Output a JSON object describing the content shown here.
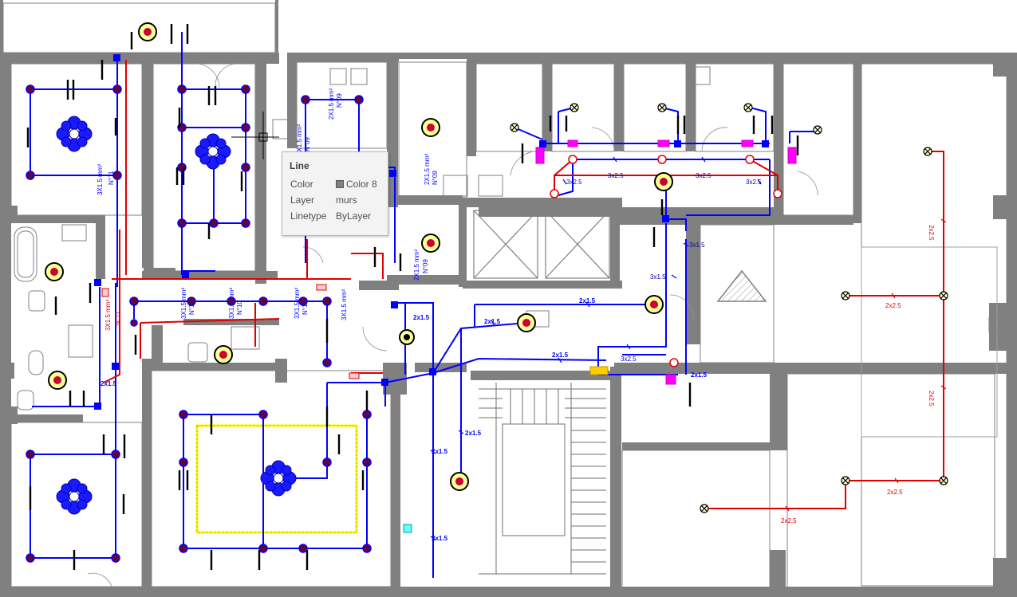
{
  "tooltip": {
    "title": "Line",
    "rows": [
      {
        "key": "Color",
        "value": "Color 8",
        "swatch": "#808080"
      },
      {
        "key": "Layer",
        "value": "murs"
      },
      {
        "key": "Linetype",
        "value": "ByLayer"
      }
    ]
  },
  "circuit_labels": {
    "a": "3x2.5",
    "b": "2x2.5",
    "c": "2x1.5",
    "d": "3x1.5",
    "e": "3X1.5 mm²",
    "f": "2X1.5 mm²",
    "g": "N°11",
    "h": "N°09",
    "i": "N°10",
    "j": "N°12"
  },
  "colors": {
    "walls": "#808080",
    "wiring_lighting": "#0000ff",
    "wiring_power": "#e00000",
    "switch": "#ff00ff",
    "highlight_frame": "#ffff00",
    "fixture_outer": "#ffff99",
    "fixture_inner": "#cc0033"
  },
  "icons": [
    "ceiling-light-icon",
    "wall-light-icon",
    "chandelier-icon",
    "switch-icon",
    "socket-icon",
    "junction-box-icon",
    "stair-arrow-icon"
  ]
}
